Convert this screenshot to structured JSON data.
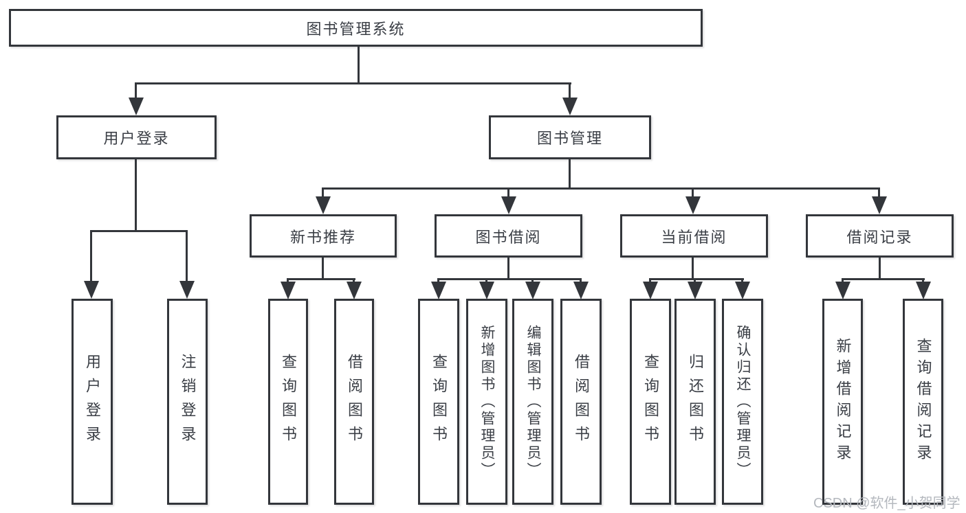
{
  "root": {
    "label": "图书管理系统",
    "children": [
      {
        "label": "用户登录",
        "children": [
          {
            "label": "用户登录"
          },
          {
            "label": "注销登录"
          }
        ]
      },
      {
        "label": "图书管理",
        "children": [
          {
            "label": "新书推荐",
            "children": [
              {
                "label": "查询图书"
              },
              {
                "label": "借阅图书"
              }
            ]
          },
          {
            "label": "图书借阅",
            "children": [
              {
                "label": "查询图书"
              },
              {
                "label": "新增图书（管理员）"
              },
              {
                "label": "编辑图书（管理员）"
              },
              {
                "label": "借阅图书"
              }
            ]
          },
          {
            "label": "当前借阅",
            "children": [
              {
                "label": "查询图书"
              },
              {
                "label": "归还图书"
              },
              {
                "label": "确认归还（管理员）"
              }
            ]
          },
          {
            "label": "借阅记录",
            "children": [
              {
                "label": "新增借阅记录"
              },
              {
                "label": "查询借阅记录"
              }
            ]
          }
        ]
      }
    ]
  },
  "watermark": "CSDN @软件_小贺同学",
  "colors": {
    "line": "#33363b",
    "text": "#3a3e45",
    "watermark": "#b4b8be",
    "background": "#ffffff"
  }
}
